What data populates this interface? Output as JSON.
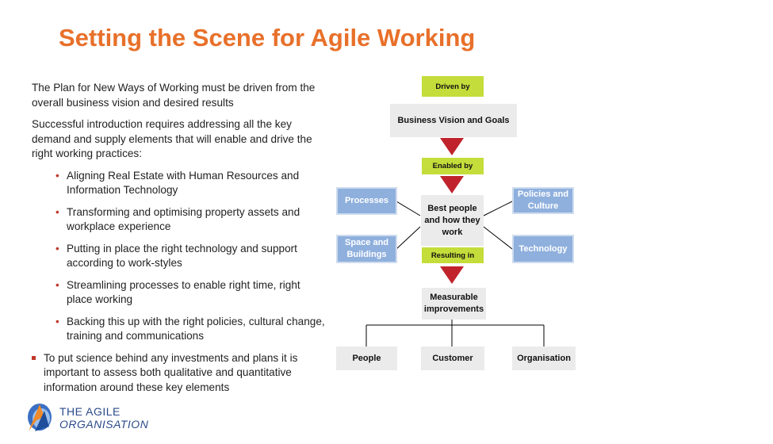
{
  "title": "Setting the Scene for Agile Working",
  "intro": [
    "The Plan for New Ways of Working must be driven from the overall business vision and desired results",
    "Successful introduction requires addressing all the key demand and supply elements that will enable and drive the right working practices:"
  ],
  "bullets": [
    "Aligning Real Estate with Human Resources and Information Technology",
    "Transforming and optimising property assets and workplace experience",
    "Putting in place the right technology and support according to work-styles",
    "Streamlining processes to enable right time, right place working",
    "Backing this up with the right policies, cultural change, training and communications"
  ],
  "closing": "To put science behind any investments and plans it is important to assess both qualitative and quantitative information around these key elements",
  "diagram": {
    "driven_by": "Driven by",
    "business_vision": "Business Vision and Goals",
    "enabled_by": "Enabled by",
    "processes": "Processes",
    "space_buildings": "Space and Buildings",
    "best_people": "Best people and how they work",
    "policies_culture": "Policies and Culture",
    "technology": "Technology",
    "resulting_in": "Resulting in",
    "measurable": "Measurable improvements",
    "people": "People",
    "customer": "Customer",
    "organisation": "Organisation"
  },
  "logo": {
    "line1": "THE AGILE",
    "line2": "ORGANISATION"
  },
  "colors": {
    "title": "#e8702a",
    "green_label": "#c4dd3a",
    "blue_box": "#8fb0dd",
    "gray_box": "#ebebeb",
    "arrow": "#c0232c"
  }
}
